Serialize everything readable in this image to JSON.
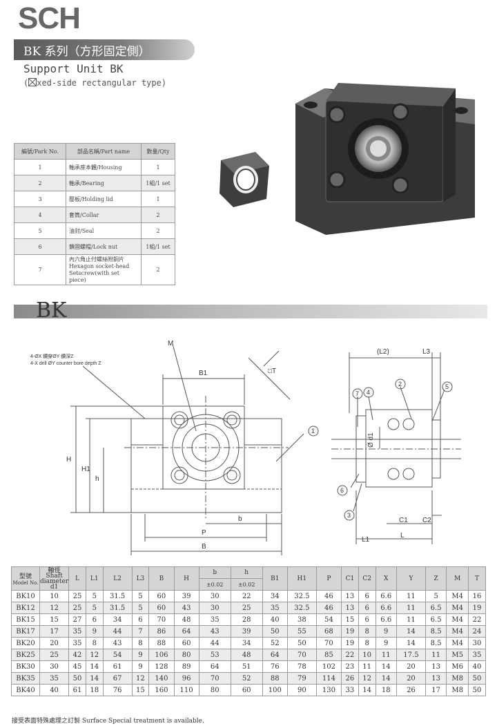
{
  "header": {
    "logo": "SCH",
    "title_cn": "BK 系列（方形固定側）",
    "title_en": "Support Unit BK",
    "title_en2_pre": "(",
    "title_en2_post": "xed-side rectangular type)"
  },
  "parts_table": {
    "headers": [
      "編號/Park No.",
      "部品名稱/Part name",
      "數量/Qty"
    ],
    "rows": [
      {
        "no": "1",
        "name": "軸承座本體/Housing",
        "qty": "1"
      },
      {
        "no": "2",
        "name": "軸承/Bearing",
        "qty": "1組/1 set"
      },
      {
        "no": "3",
        "name": "壓板/Holding lid",
        "qty": "1"
      },
      {
        "no": "4",
        "name": "套筒/Collar",
        "qty": "2"
      },
      {
        "no": "5",
        "name": "油封/Seal",
        "qty": "2"
      },
      {
        "no": "6",
        "name": "鎖固螺帽/Lock nut",
        "qty": "1組/1 set"
      },
      {
        "no": "7",
        "name_l1": "內六角止付螺絲附銅片",
        "name_l2": "Hexagon socket-head",
        "name_l3": "Setscrew(with set piece)",
        "qty": "2"
      }
    ]
  },
  "section": {
    "title": "BK"
  },
  "drawing": {
    "note_l1": "4-ØX 鑽穿ØY 鑽深Z",
    "note_l2": "4-X drill ØY counter bore depth Z",
    "labels": {
      "M": "M",
      "B1": "B1",
      "DT": "□T",
      "H": "H",
      "H1": "H1",
      "h": "h",
      "b": "b",
      "P": "P",
      "B": "B",
      "L2": "(L2)",
      "L3": "L3",
      "d1": "Ø d1",
      "C1": "C1",
      "C2": "C2",
      "L1": "L1",
      "L": "L",
      "n1": "1",
      "n2": "2",
      "n3": "3",
      "n4": "4",
      "n5": "5",
      "n6": "6",
      "n7": "7"
    }
  },
  "dim_table": {
    "header": {
      "model_cn": "型號",
      "model_en": "Model No.",
      "shaft_l1": "軸徑",
      "shaft_l2": "Shaft",
      "shaft_l3": "diameter",
      "shaft_l4": "d1",
      "L": "L",
      "L1": "L1",
      "L2": "L2",
      "L3": "L3",
      "B": "B",
      "H": "H",
      "b": "b",
      "b_tol": "±0.02",
      "h": "h",
      "h_tol": "±0.02",
      "B1": "B1",
      "H1": "H1",
      "P": "P",
      "C1": "C1",
      "C2": "C2",
      "X": "X",
      "Y": "Y",
      "Z": "Z",
      "M": "M",
      "T": "T"
    },
    "rows": [
      [
        "BK10",
        "10",
        "25",
        "5",
        "31.5",
        "5",
        "60",
        "39",
        "30",
        "22",
        "34",
        "32.5",
        "46",
        "13",
        "6",
        "6.6",
        "11",
        "5",
        "M4",
        "16"
      ],
      [
        "BK12",
        "12",
        "25",
        "5",
        "31.5",
        "5",
        "60",
        "43",
        "30",
        "25",
        "35",
        "32.5",
        "46",
        "13",
        "6",
        "6.6",
        "11",
        "6.5",
        "M4",
        "19"
      ],
      [
        "BK15",
        "15",
        "27",
        "6",
        "34",
        "6",
        "70",
        "48",
        "35",
        "28",
        "40",
        "38",
        "54",
        "15",
        "6",
        "6.6",
        "11",
        "6.5",
        "M4",
        "22"
      ],
      [
        "BK17",
        "17",
        "35",
        "9",
        "44",
        "7",
        "86",
        "64",
        "43",
        "39",
        "50",
        "55",
        "68",
        "19",
        "8",
        "9",
        "14",
        "8.5",
        "M4",
        "24"
      ],
      [
        "BK20",
        "20",
        "35",
        "8",
        "43",
        "8",
        "88",
        "60",
        "44",
        "34",
        "52",
        "50",
        "70",
        "19",
        "8",
        "9",
        "14",
        "8.5",
        "M4",
        "30"
      ],
      [
        "BK25",
        "25",
        "42",
        "12",
        "54",
        "9",
        "106",
        "80",
        "53",
        "48",
        "64",
        "70",
        "85",
        "22",
        "10",
        "11",
        "17.5",
        "11",
        "M5",
        "35"
      ],
      [
        "BK30",
        "30",
        "45",
        "14",
        "61",
        "9",
        "128",
        "89",
        "64",
        "51",
        "76",
        "78",
        "102",
        "23",
        "11",
        "14",
        "20",
        "13",
        "M6",
        "40"
      ],
      [
        "BK35",
        "35",
        "50",
        "14",
        "67",
        "12",
        "140",
        "96",
        "70",
        "52",
        "88",
        "79",
        "114",
        "26",
        "12",
        "14",
        "20",
        "13",
        "M8",
        "50"
      ],
      [
        "BK40",
        "40",
        "61",
        "18",
        "76",
        "15",
        "160",
        "110",
        "80",
        "60",
        "100",
        "90",
        "130",
        "33",
        "14",
        "18",
        "26",
        "17",
        "M8",
        "50"
      ]
    ]
  },
  "footer": {
    "note": "接受表面特殊處理之訂製 Surface Special treatment is available."
  }
}
